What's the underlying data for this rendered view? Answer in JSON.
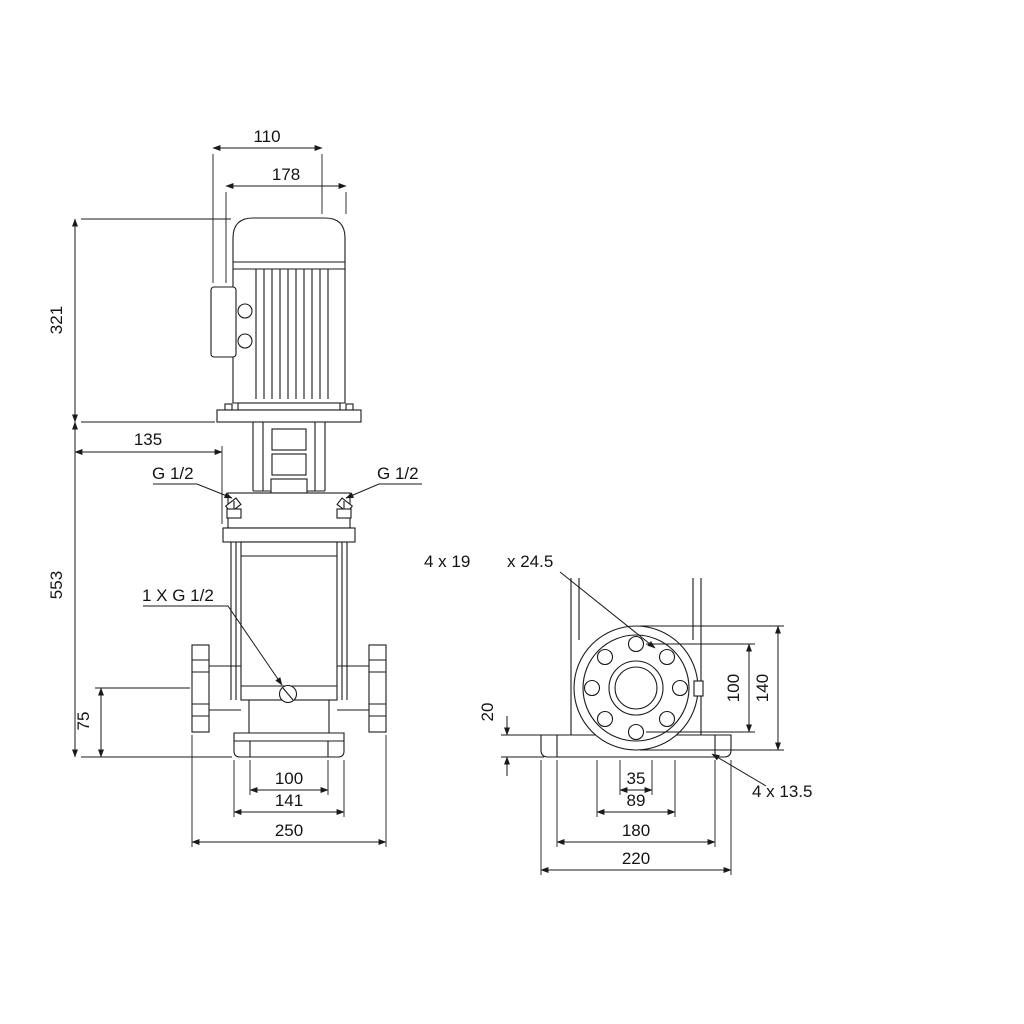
{
  "style": {
    "background": "#ffffff",
    "line_color": "#1a1a1a",
    "text_color": "#141414"
  },
  "front_view": {
    "dimensions": {
      "box_offset": "110",
      "motor_width": "178",
      "motor_height": "321",
      "head_offset": "135",
      "pump_height": "553",
      "port_height": "75",
      "base_holes_spacing": "100",
      "base_width": "141",
      "overall_width": "250"
    },
    "ports": {
      "left": "G 1/2",
      "right": "G 1/2",
      "drain": "1 X G 1/2"
    }
  },
  "side_view": {
    "dimensions": {
      "plate_thickness": "20",
      "bolt_circle": "100",
      "flange_diameter": "140",
      "slot_width": "35",
      "slot_spacing": "89",
      "hole_spacing": "180",
      "base_length": "220"
    },
    "annotations": {
      "flange_holes": "4 x 19",
      "flange_counterbore": "x 24.5",
      "base_holes": "4 x 13.5"
    }
  }
}
